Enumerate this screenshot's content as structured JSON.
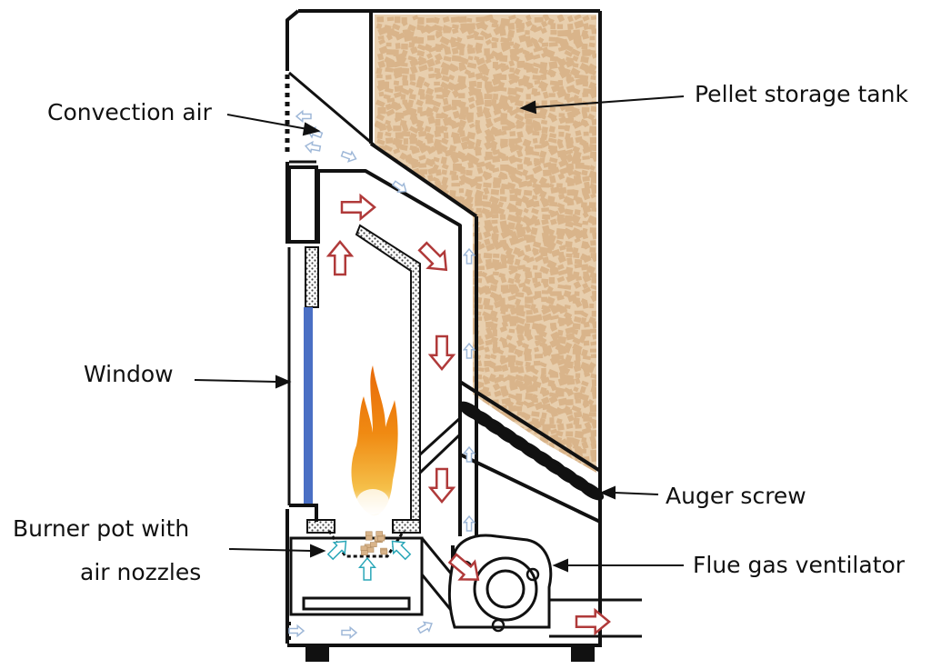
{
  "labels": {
    "convection_air": "Convection air",
    "pellet_storage_tank": "Pellet storage tank",
    "window": "Window",
    "burner_pot_line1": "Burner pot with",
    "burner_pot_line2": "air nozzles",
    "auger_screw": "Auger screw",
    "flue_gas_ventilator": "Flue gas ventilator"
  },
  "colors": {
    "outline": "#111111",
    "pellets": "#d9b48a",
    "window_glass": "#4a6fc4",
    "hot_gas_arrow": "#b03a3a",
    "combustion_air_arrow": "#2aa7b8",
    "convection_air_arrow": "#9fb8d8",
    "insulation": "#7a7a7a",
    "flame": "#f2a20c"
  },
  "icons": {
    "flame": "flame-icon",
    "hot_gas_arrow": "hot-gas-arrow-icon",
    "air_arrow": "air-arrow-icon",
    "fan": "fan-icon"
  }
}
